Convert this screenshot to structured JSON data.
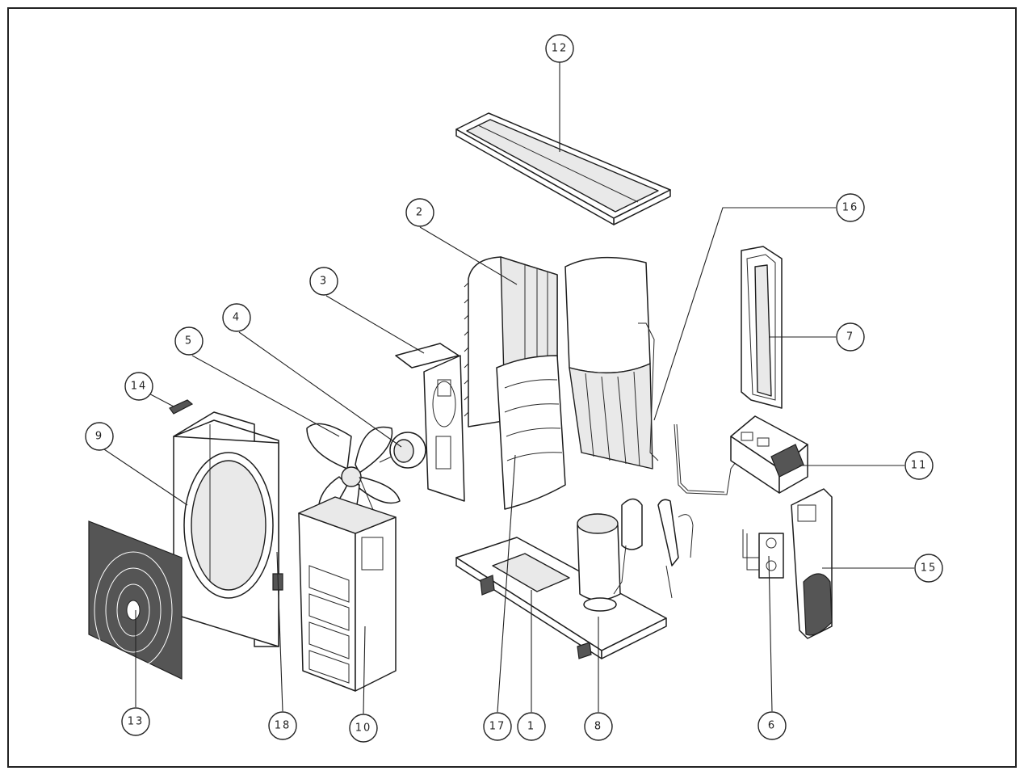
{
  "title": "",
  "colors": {
    "ink": "#1e1e1e",
    "background": "#ffffff",
    "shade": "#e9e9e9"
  },
  "callouts": [
    {
      "label": "12"
    },
    {
      "label": "2"
    },
    {
      "label": "16"
    },
    {
      "label": "3"
    },
    {
      "label": "4"
    },
    {
      "label": "5"
    },
    {
      "label": "7"
    },
    {
      "label": "14"
    },
    {
      "label": "9"
    },
    {
      "label": "11"
    },
    {
      "label": "15"
    },
    {
      "label": "13"
    },
    {
      "label": "18"
    },
    {
      "label": "10"
    },
    {
      "label": "17"
    },
    {
      "label": "1"
    },
    {
      "label": "8"
    },
    {
      "label": "6"
    }
  ]
}
